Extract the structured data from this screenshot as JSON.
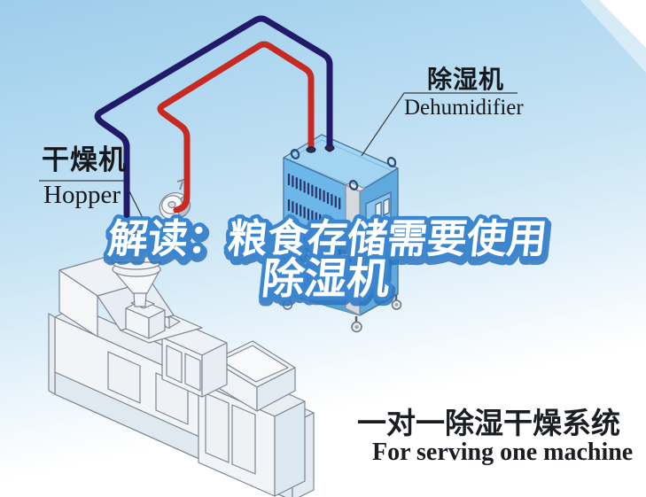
{
  "headline": {
    "line1": "解读：粮食存储需要使用",
    "line2": "除湿机"
  },
  "labels": {
    "hopper": {
      "zh": "干燥机",
      "en": "Hopper"
    },
    "dehumidifier": {
      "zh": "除湿机",
      "en": "Dehumidifier"
    }
  },
  "caption": {
    "zh": "一对一除湿干燥系统",
    "en": "For serving one machine"
  },
  "colors": {
    "sky_top": "#a6d2ec",
    "headline_fill": "#ffffff",
    "headline_outline": "#3a86d0",
    "pipe_supply_red": "#c62a22",
    "pipe_return_navy": "#211a69",
    "dehumidifier_front": "#6db6e9",
    "dehumidifier_top": "#a3d5f3",
    "dehumidifier_side": "#5ea9dd",
    "machine_line": "#7d8694"
  },
  "diagram": {
    "components": [
      {
        "name": "dehumidifier-unit"
      },
      {
        "name": "hopper-dryer"
      },
      {
        "name": "processing-machine"
      },
      {
        "name": "supply-pipe-red"
      },
      {
        "name": "return-pipe-navy"
      }
    ]
  }
}
